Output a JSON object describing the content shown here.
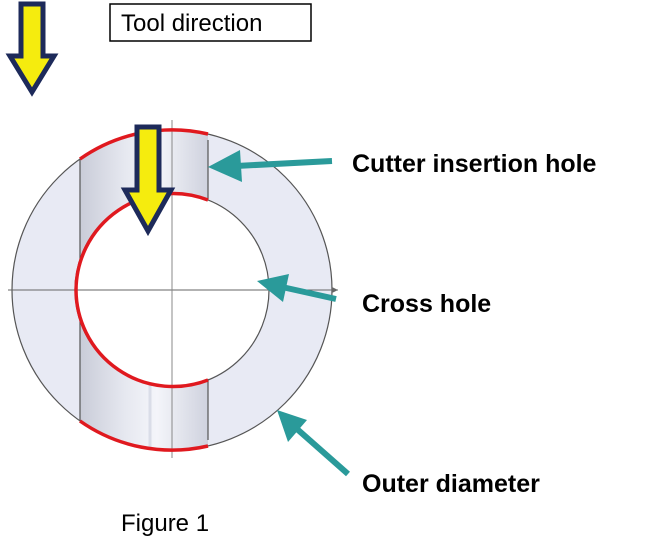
{
  "tool_direction_label": "Tool direction",
  "labels": {
    "cutter_insertion_hole": "Cutter insertion hole",
    "cross_hole": "Cross hole",
    "outer_diameter": "Outer diameter"
  },
  "caption": "Figure 1",
  "colors": {
    "arrow_fill": "#f5ec0e",
    "arrow_outline": "#1d2a5a",
    "pointer": "#2a9a9a",
    "highlight": "#e0191f",
    "ring_fill": "#e8eaf4",
    "ring_outline": "#555555"
  }
}
